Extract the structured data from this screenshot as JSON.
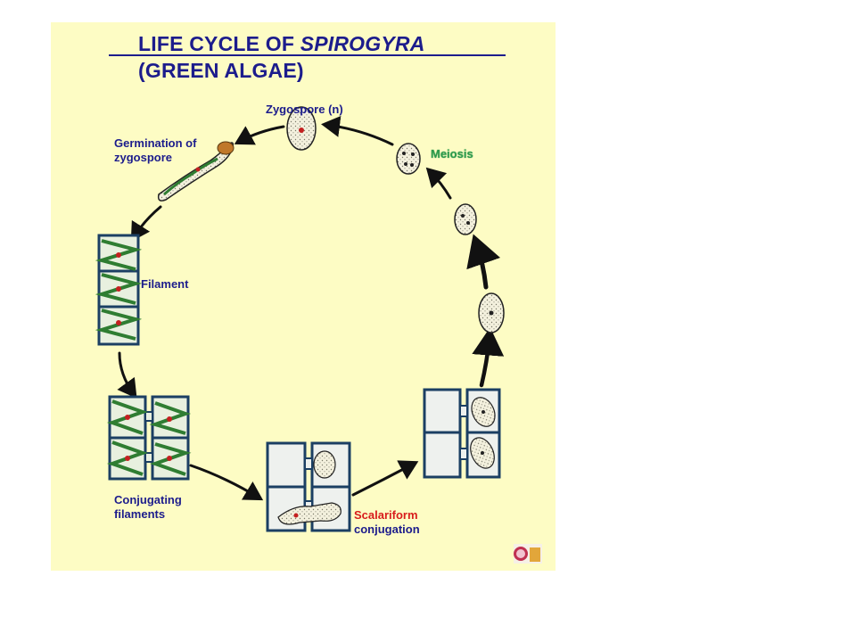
{
  "title": {
    "line1_prefix": "LIFE CYCLE OF ",
    "line1_italic": "SPIROGYRA",
    "line2": "(GREEN ALGAE)"
  },
  "labels": {
    "zygospore": "Zygospore (n)",
    "germination_line1": "Germination of",
    "germination_line2": "zygospore",
    "filament": "Filament",
    "conjugating_line1": "Conjugating",
    "conjugating_line2": "filaments",
    "meiosis": "Meiosis",
    "scalariform_line1": "Scalariform",
    "scalariform_line2": "conjugation"
  },
  "colors": {
    "background": "#fdfcc4",
    "title_text": "#1c1c8c",
    "meiosis_text": "#2e9a4c",
    "scalariform_text": "#d81c1c",
    "arrow": "#111111",
    "cell_wall": "#1b3f63",
    "chloroplast": "#2f7d32"
  },
  "icons": [
    "zygospore-icon",
    "meiosis-spore-icon",
    "germinating-zygospore-icon",
    "filament-icon",
    "conjugating-filaments-icon",
    "scalariform-conjugation-icon",
    "zygote-formation-icon",
    "logo-icon"
  ]
}
